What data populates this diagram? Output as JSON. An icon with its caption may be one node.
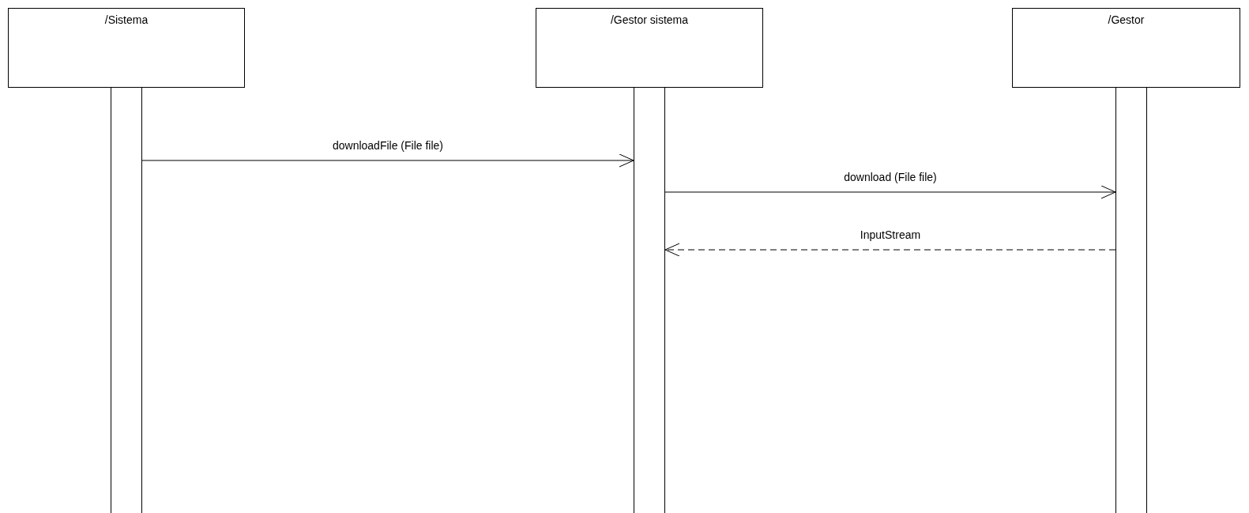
{
  "diagram": {
    "nodes": [
      {
        "text": [
          "/Sistema"
        ]
      },
      {
        "text": [
          "/Gestor sistema"
        ]
      },
      {
        "text": [
          "/Gestor"
        ]
      },
      {
        "text": [],
        "shape": "bar"
      },
      {
        "text": [],
        "shape": "bar"
      },
      {
        "text": [],
        "shape": "bar"
      }
    ],
    "edges": [
      {
        "from": 3,
        "to": 4,
        "arrow": "to",
        "label": "downloadFile (File file)"
      },
      {
        "from": 4,
        "to": 5,
        "arrow": "to",
        "label": "download (File file)"
      },
      {
        "from": 5,
        "to": 4,
        "arrow": "to",
        "label": "InputStream",
        "style": "dashed"
      }
    ]
  }
}
